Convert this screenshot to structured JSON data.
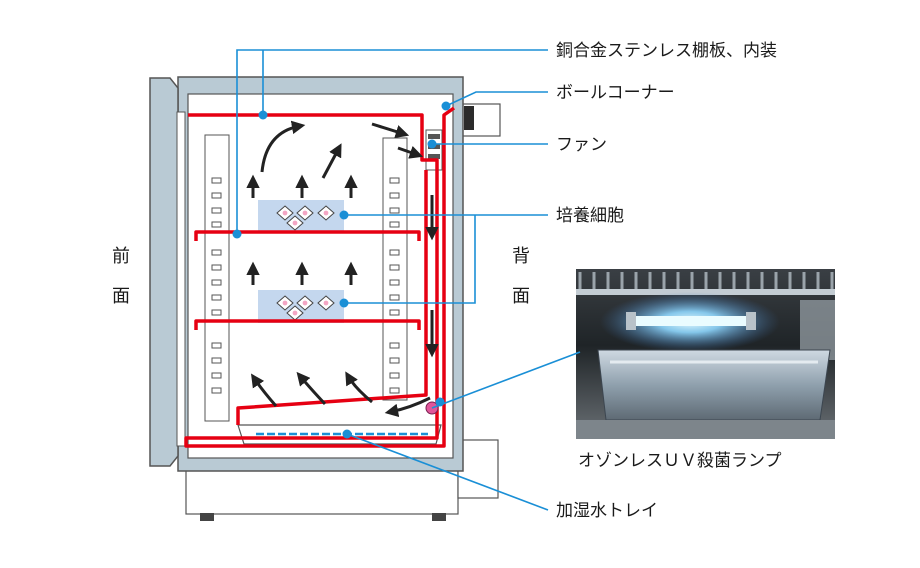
{
  "labels": {
    "shelves": "銅合金ステンレス棚板、内装",
    "corner": "ボールコーナー",
    "fan": "ファン",
    "cells": "培養細胞",
    "uv_lamp": "オゾンレスＵＶ殺菌ランプ",
    "tray": "加湿水トレイ"
  },
  "sides": {
    "front": [
      "前",
      "面"
    ],
    "back": [
      "背",
      "面"
    ]
  },
  "colors": {
    "airflow": "#e60012",
    "leader": "#1a8fd6",
    "arrow": "#222222",
    "panel": "#b9cad4",
    "cell_zone": "#c4d7ee",
    "uv_glow": "#8fd8ff"
  }
}
